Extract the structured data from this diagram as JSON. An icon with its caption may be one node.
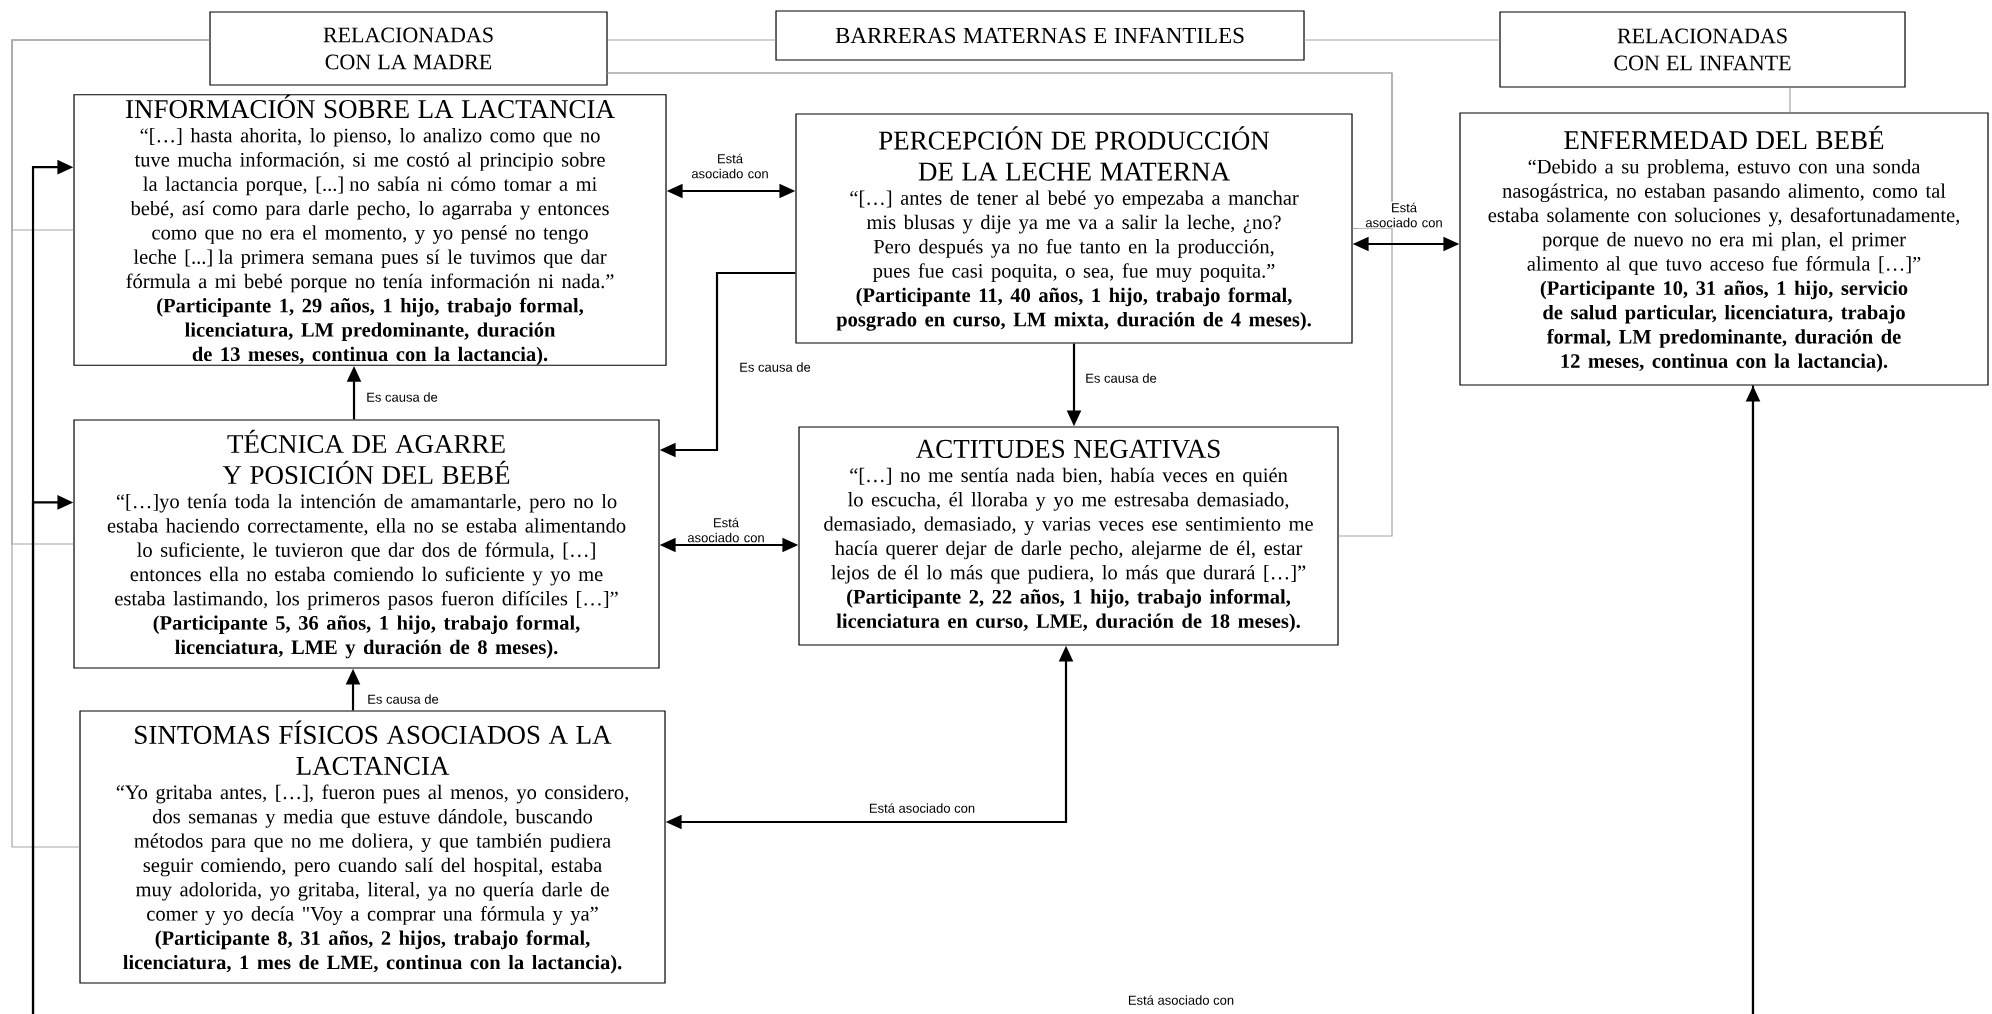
{
  "diagram": {
    "nodes": [
      {
        "text": [
          "RELACIONADAS CON LA MADRE"
        ]
      },
      {
        "text": [
          "BARRERAS MATERNAS E INFANTILES"
        ]
      },
      {
        "text": [
          "RELACIONADAS CON EL INFANTE"
        ]
      },
      {
        "text": [
          "INFORMACIÓN SOBRE LA LACTANCIA",
          "“[…] hasta ahorita, lo pienso, lo analizo como que no tuve mucha información, si me costó al principio sobre la lactancia porque, [...] no sabía ni cómo tomar a mi bebé, así como para darle pecho, lo agarraba y entonces como que no era el momento, y yo pensé no tengo leche [...] la primera semana pues sí le tuvimos que dar fórmula a mi bebé porque no tenía información ni nada.”",
          "(Participante 1, 29 años, 1 hijo, trabajo formal, licenciatura, LM predominante, duración de 13 meses, continua con la lactancia)."
        ]
      },
      {
        "text": [
          "PERCEPCIÓN DE PRODUCCIÓN DE LA LECHE MATERNA",
          "“[…] antes de tener al bebé yo empezaba a manchar mis blusas y dije ya me va a salir la leche, ¿no? Pero después ya no fue tanto en la producción, pues fue casi poquita, o sea, fue muy poquita.”",
          "(Participante 11, 40 años, 1 hijo, trabajo formal, posgrado en curso, LM mixta, duración de 4 meses)."
        ]
      },
      {
        "text": [
          "ENFERMEDAD DEL BEBÉ",
          "“Debido a su problema, estuvo con una sonda nasogástrica, no estaban pasando alimento, como tal estaba solamente con soluciones y, desafortunadamente, porque de nuevo no era mi plan, el primer alimento al que tuvo acceso fue fórmula […]”",
          "(Participante 10, 31 años, 1 hijo, servicio de salud particular, licenciatura, trabajo formal, LM predominante, duración de 12 meses, continua con la lactancia)."
        ]
      },
      {
        "text": [
          "TÉCNICA DE AGARRE Y POSICIÓN DEL BEBÉ",
          "“[…]yo tenía toda la intención de amamantarle, pero no lo estaba haciendo correctamente, ella no se estaba alimentando lo suficiente, le tuvieron que dar dos de fórmula, […] entonces ella no estaba comiendo lo suficiente y yo me estaba lastimando, los primeros pasos fueron difíciles […]”",
          "(Participante 5, 36 años, 1 hijo, trabajo formal, licenciatura, LME y duración de 8 meses)."
        ]
      },
      {
        "text": [
          "ACTITUDES NEGATIVAS",
          "“[…] no me sentía nada bien, había veces en quién lo escucha, él lloraba y yo me estresaba demasiado, demasiado, demasiado, y varias veces ese sentimiento me hacía querer dejar de darle pecho, alejarme de él, estar lejos de él lo más que pudiera, lo más que durará […]”",
          "(Participante 2, 22 años, 1 hijo, trabajo informal, licenciatura en curso, LME, duración de 18 meses)."
        ]
      },
      {
        "text": [
          "SINTOMAS FÍSICOS ASOCIADOS A LA LACTANCIA",
          "“Yo gritaba antes, […], fueron pues al menos, yo considero, dos semanas y media que estuve dándole, buscando métodos para que no me doliera, y que también pudiera seguir comiendo, pero cuando salí del hospital, estaba muy adolorida, yo gritaba, literal, ya no quería darle de comer y yo decía \"Voy a comprar una fórmula y ya”",
          "(Participante 8, 31 años, 2 hijos, trabajo formal, licenciatura, 1 mes de LME, continua con la lactancia)."
        ]
      }
    ],
    "edges": [
      {
        "from": 1,
        "to": 0,
        "arrow": "none",
        "color": "#a6a6a6"
      },
      {
        "from": 1,
        "to": 2,
        "arrow": "none",
        "color": "#a6a6a6"
      },
      {
        "from": 0,
        "to": 3,
        "arrow": "none",
        "color": "#a6a6a6"
      },
      {
        "from": 0,
        "to": 6,
        "arrow": "none",
        "color": "#a6a6a6"
      },
      {
        "from": 0,
        "to": 8,
        "arrow": "none",
        "color": "#a6a6a6"
      },
      {
        "from": 0,
        "to": 4,
        "arrow": "none",
        "color": "#a6a6a6"
      },
      {
        "from": 0,
        "to": 7,
        "arrow": "none",
        "color": "#a6a6a6"
      },
      {
        "from": 2,
        "to": 5,
        "arrow": "none",
        "color": "#a6a6a6"
      },
      {
        "from": 3,
        "to": 4,
        "arrow": "both",
        "label": "Está asociado con"
      },
      {
        "from": 4,
        "to": 6,
        "arrow": "to",
        "label": "Es causa de"
      },
      {
        "from": 6,
        "to": 3,
        "arrow": "to",
        "label": "Es causa de"
      },
      {
        "from": 4,
        "to": 7,
        "arrow": "to",
        "label": "Es causa de"
      },
      {
        "from": 6,
        "to": 7,
        "arrow": "both",
        "label": "Está asociado con"
      },
      {
        "from": 4,
        "to": 5,
        "arrow": "both",
        "label": "Está asociado con"
      },
      {
        "from": 8,
        "to": 6,
        "arrow": "to",
        "label": "Es causa de"
      },
      {
        "from": 7,
        "to": 8,
        "arrow": "both",
        "label": "Está asociado con"
      },
      {
        "from": 5,
        "to": 3,
        "arrow": "both",
        "label": "Está asociado con"
      },
      {
        "from": 5,
        "to": 6,
        "arrow": "to"
      }
    ]
  }
}
